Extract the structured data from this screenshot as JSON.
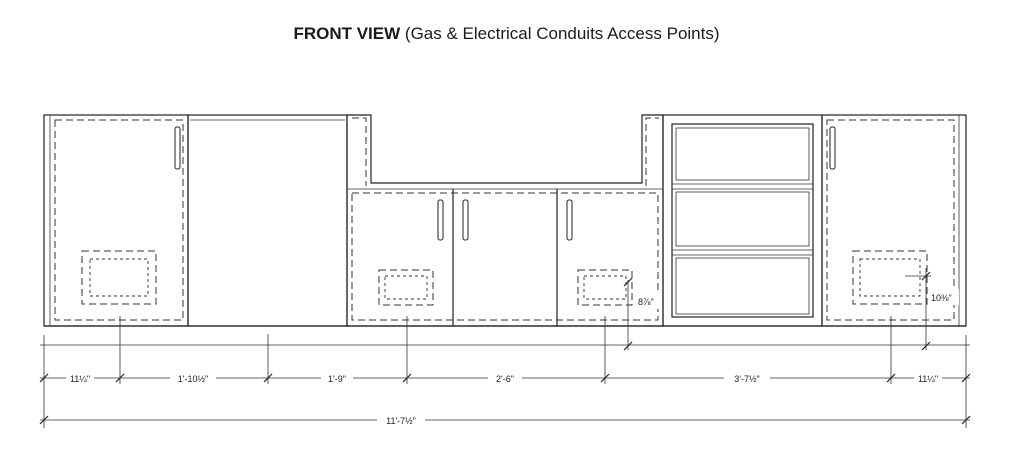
{
  "title": {
    "main": "FRONT VIEW",
    "sub": "(Gas & Electrical Conduits Access Points)"
  },
  "dimensions": {
    "d1": "11¼\"",
    "d2": "1'-10½\"",
    "d3": "1'-9\"",
    "d4": "2'-6\"",
    "d5": "3'-7½\"",
    "d6": "11¼\"",
    "overall": "11'-7½\"",
    "v1": "8⅞\"",
    "v2": "10⅜\""
  }
}
